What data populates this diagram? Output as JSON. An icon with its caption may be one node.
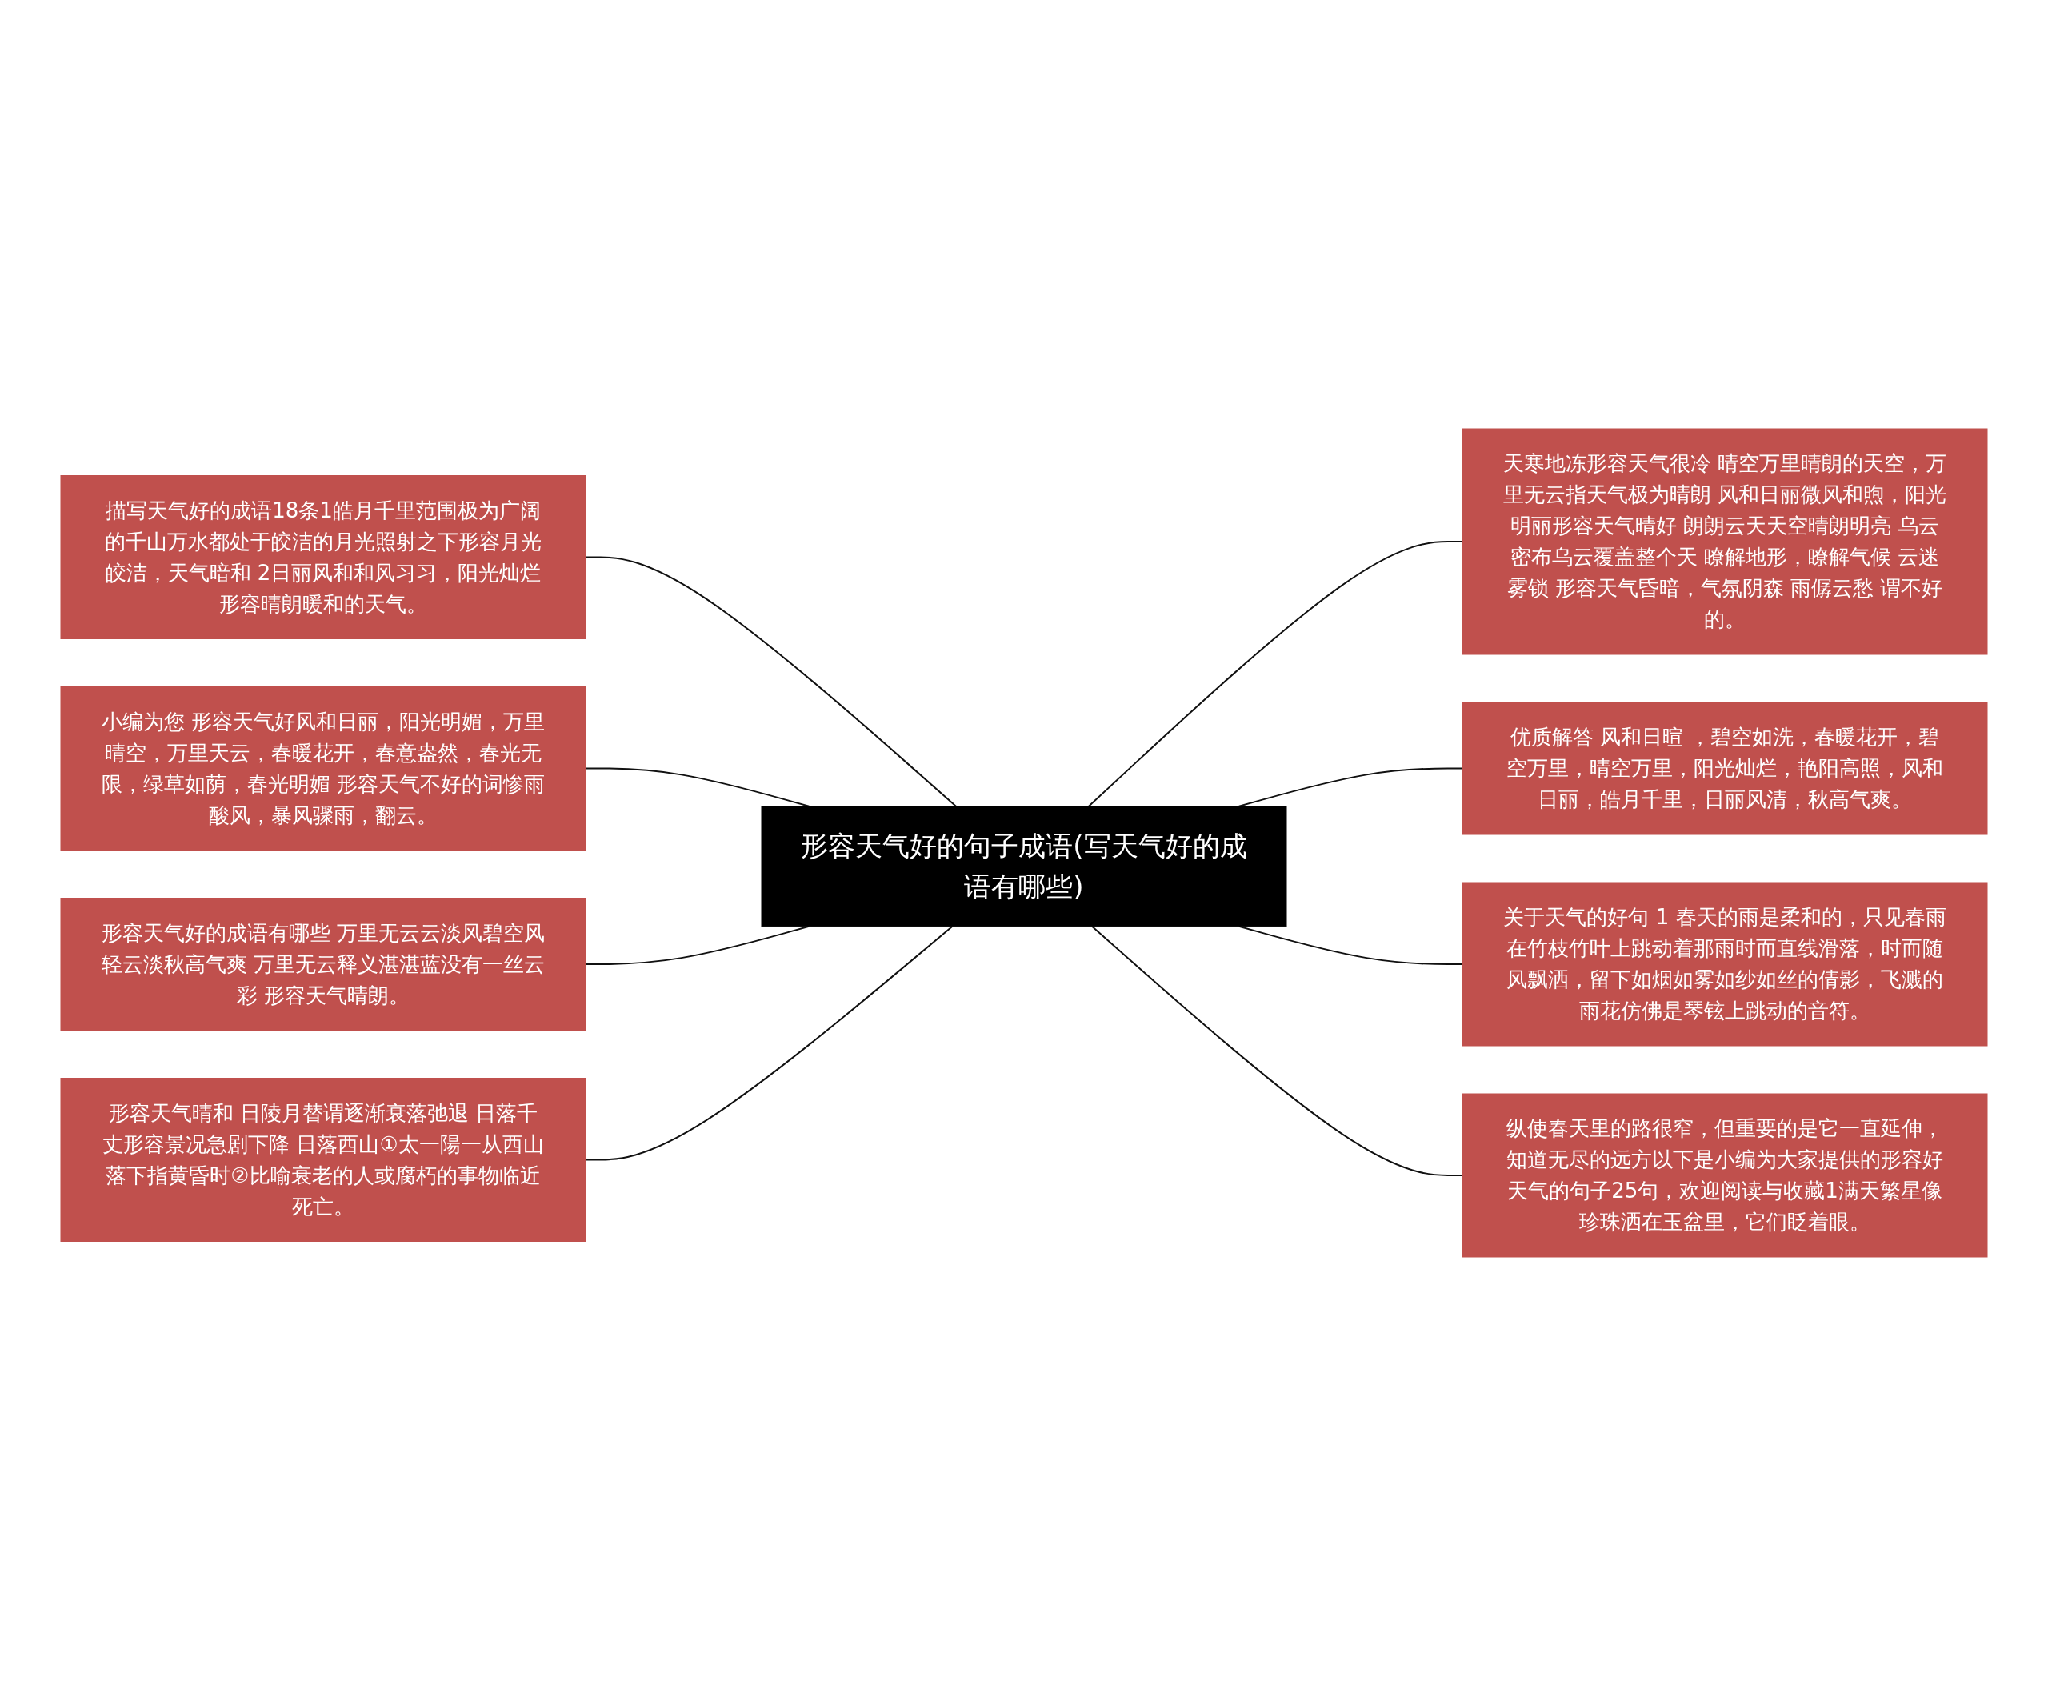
{
  "diagram": {
    "nodes": [
      {
        "text": [
          "形容天气好的句子成语(写天气好的成语有哪些)"
        ]
      },
      {
        "text": [
          "描写天气好的成语18条1皓月千里范围极为广阔的千山万水都处于皎洁的月光照射之下形容月光皎洁，天气暗和 2日丽风和和风习习，阳光灿烂形容晴朗暖和的天气。"
        ]
      },
      {
        "text": [
          "小编为您 形容天气好风和日丽，阳光明媚，万里晴空，万里天云，春暖花开，春意盎然，春光无限，绿草如荫，春光明媚 形容天气不好的词惨雨酸风，暴风骤雨，翻云。"
        ]
      },
      {
        "text": [
          "形容天气好的成语有哪些 万里无云云淡风碧空风轻云淡秋高气爽 万里无云释义湛湛蓝没有一丝云彩 形容天气晴朗。"
        ]
      },
      {
        "text": [
          "形容天气晴和 日陵月替谓逐渐衰落弛退 日落千丈形容景况急剧下降 日落西山①太一陽一从西山落下指黄昏时②比喻衰老的人或腐朽的事物临近死亡。"
        ]
      },
      {
        "text": [
          "天寒地冻形容天气很冷 晴空万里晴朗的天空，万里无云指天气极为晴朗 风和日丽微风和煦，阳光明丽形容天气晴好 朗朗云天天空晴朗明亮 乌云密布乌云覆盖整个天 瞭解地形，瞭解气候 云迷雾锁 形容天气昏暗，气氛阴森 雨僝云愁 谓不好的。"
        ]
      },
      {
        "text": [
          "优质解答 风和日暄 ，碧空如洗，春暖花开，碧空万里，晴空万里，阳光灿烂，艳阳高照，风和日丽，皓月千里，日丽风清，秋高气爽。"
        ]
      },
      {
        "text": [
          "关于天气的好句 1 春天的雨是柔和的，只见春雨在竹枝竹叶上跳动着那雨时而直线滑落，时而随风飘洒，留下如烟如雾如纱如丝的倩影，飞溅的雨花仿佛是琴铉上跳动的音符。"
        ]
      },
      {
        "text": [
          "纵使春天里的路很窄，但重要的是它一直延伸，知道无尽的远方以下是小编为大家提供的形容好天气的句子25句，欢迎阅读与收藏1满天繁星像珍珠洒在玉盆里，它们眨着眼。"
        ]
      }
    ],
    "edges": [
      {
        "from": 1,
        "to": 0,
        "arrow": "none"
      },
      {
        "from": 2,
        "to": 0,
        "arrow": "none"
      },
      {
        "from": 3,
        "to": 0,
        "arrow": "none"
      },
      {
        "from": 4,
        "to": 0,
        "arrow": "none"
      },
      {
        "from": 0,
        "to": 5,
        "arrow": "none"
      },
      {
        "from": 0,
        "to": 6,
        "arrow": "none"
      },
      {
        "from": 0,
        "to": 7,
        "arrow": "none"
      },
      {
        "from": 0,
        "to": 8,
        "arrow": "none"
      }
    ]
  }
}
